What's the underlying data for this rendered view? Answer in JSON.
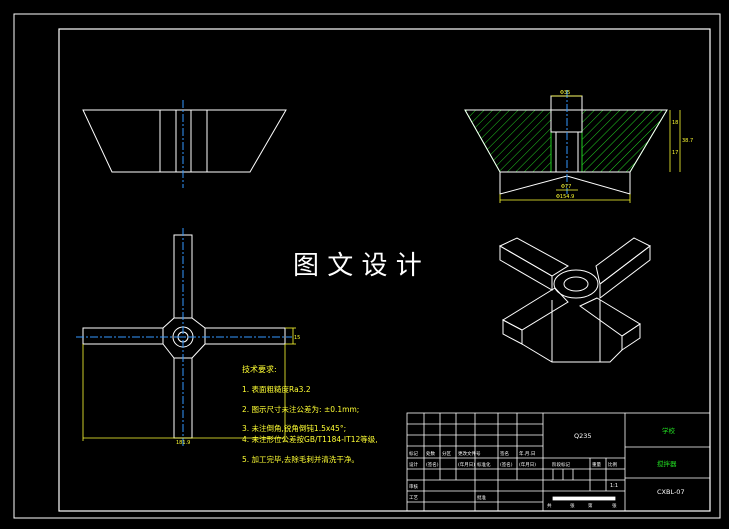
{
  "watermark": "图 文 设 计",
  "technical_requirements": {
    "heading": "技术要求:",
    "items": [
      "1. 表面粗糙度Ra3.2",
      "2. 图示尺寸未注公差为: ±0.1mm;",
      "3. 未注倒角,锐角倒钝1.5x45°;",
      "4. 未注形位公差按GB/T1184-IT12等级,",
      "5. 加工完毕,去除毛刺并清洗干净。"
    ]
  },
  "dimensions": {
    "top_bore": "Φ35",
    "bottom_bore": "Φ77",
    "base_width": "Φ154.9",
    "right_upper": "18",
    "right_lower": "17",
    "right_total": "38.7",
    "arm_width": "15",
    "span": "181.9"
  },
  "title_block": {
    "material": "Q235",
    "company": "学校",
    "part_name": "搅拌器",
    "drawing_no": "CXBL-07",
    "scale": "1:1",
    "row_labels": [
      "标记",
      "处数",
      "分区",
      "更改文件号",
      "签名",
      "年.月.日"
    ],
    "design_labels": [
      "设计",
      "(签名)",
      "(年月日)",
      "标准化",
      "(签名)",
      "(年月日)"
    ],
    "stage_labels": [
      "阶段标记",
      "重量",
      "比例"
    ],
    "review_label": "审核",
    "craft_label": "工艺",
    "approve_label": "批准",
    "sheet_labels": [
      "共",
      "张",
      "第",
      "张"
    ]
  },
  "colors": {
    "background": "#000000",
    "line": "#ffffff",
    "hatch": "#22cc22",
    "dimension": "#ffff33",
    "centerline": "#3399ff"
  }
}
